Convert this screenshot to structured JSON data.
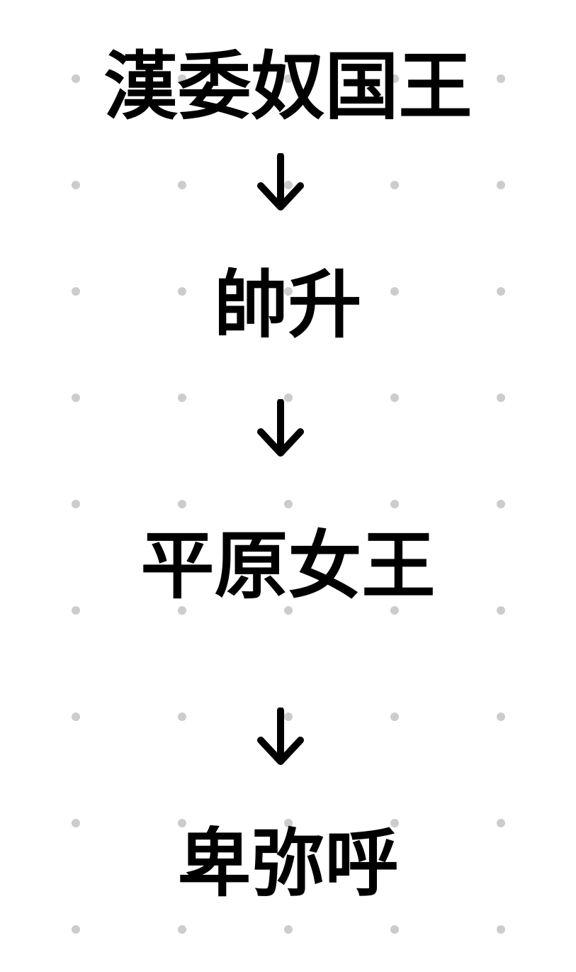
{
  "diagram": {
    "type": "vertical-flow",
    "background": "#ffffff",
    "dot_color": "#cccccc",
    "text_color": "#000000",
    "nodes": [
      {
        "id": "n1",
        "label": "漢委奴国王"
      },
      {
        "id": "n2",
        "label": "帥升"
      },
      {
        "id": "n3",
        "label": "平原女王"
      },
      {
        "id": "n4",
        "label": "卑弥呼"
      }
    ],
    "edges": [
      {
        "from": "n1",
        "to": "n2",
        "icon": "down-arrow-icon"
      },
      {
        "from": "n2",
        "to": "n3",
        "icon": "down-arrow-icon"
      },
      {
        "from": "n3",
        "to": "n4",
        "icon": "down-arrow-icon"
      }
    ]
  }
}
